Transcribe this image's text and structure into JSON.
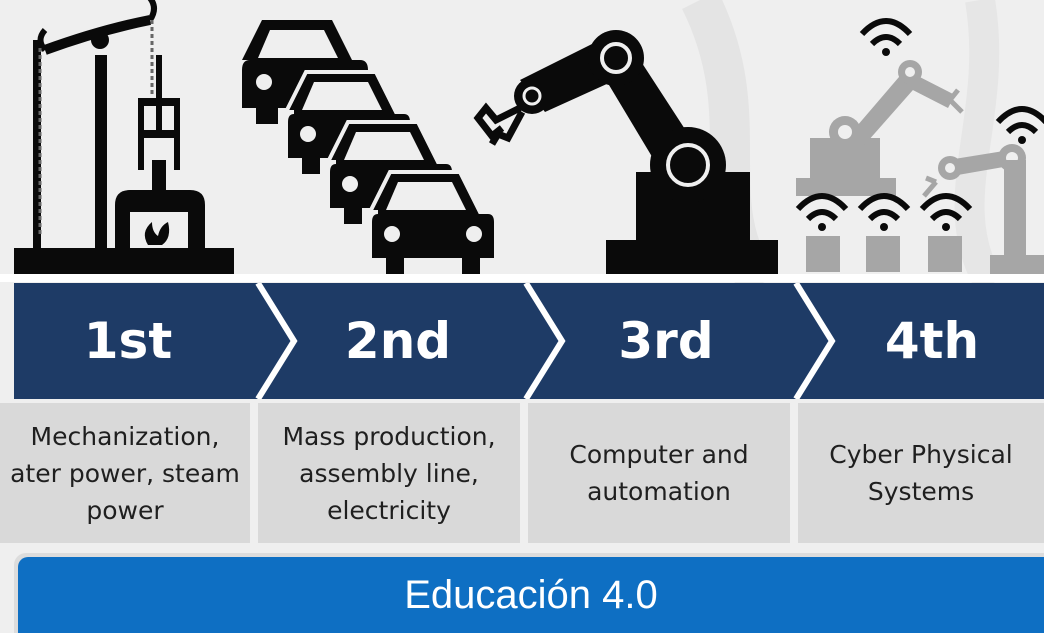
{
  "colors": {
    "background": "#efefef",
    "banner": "#1e3b66",
    "description_box": "#d9d9d9",
    "footer": "#0e6fc3",
    "icon_dark": "#0a0a0a",
    "icon_gray": "#a6a6a6"
  },
  "stages": [
    {
      "label": "1st",
      "icon": "steam-engine-icon",
      "lines": [
        "Mechanization,",
        "ater power, steam",
        "power"
      ]
    },
    {
      "label": "2nd",
      "icon": "cars-assembly-icon",
      "lines": [
        "Mass production,",
        "assembly line,",
        "electricity"
      ]
    },
    {
      "label": "3rd",
      "icon": "robot-arm-icon",
      "lines": [
        "Computer and",
        "automation"
      ]
    },
    {
      "label": "4th",
      "icon": "connected-robots-icon",
      "lines": [
        "Cyber Physical",
        "Systems"
      ]
    }
  ],
  "footer": {
    "title": "Educación 4.0"
  }
}
